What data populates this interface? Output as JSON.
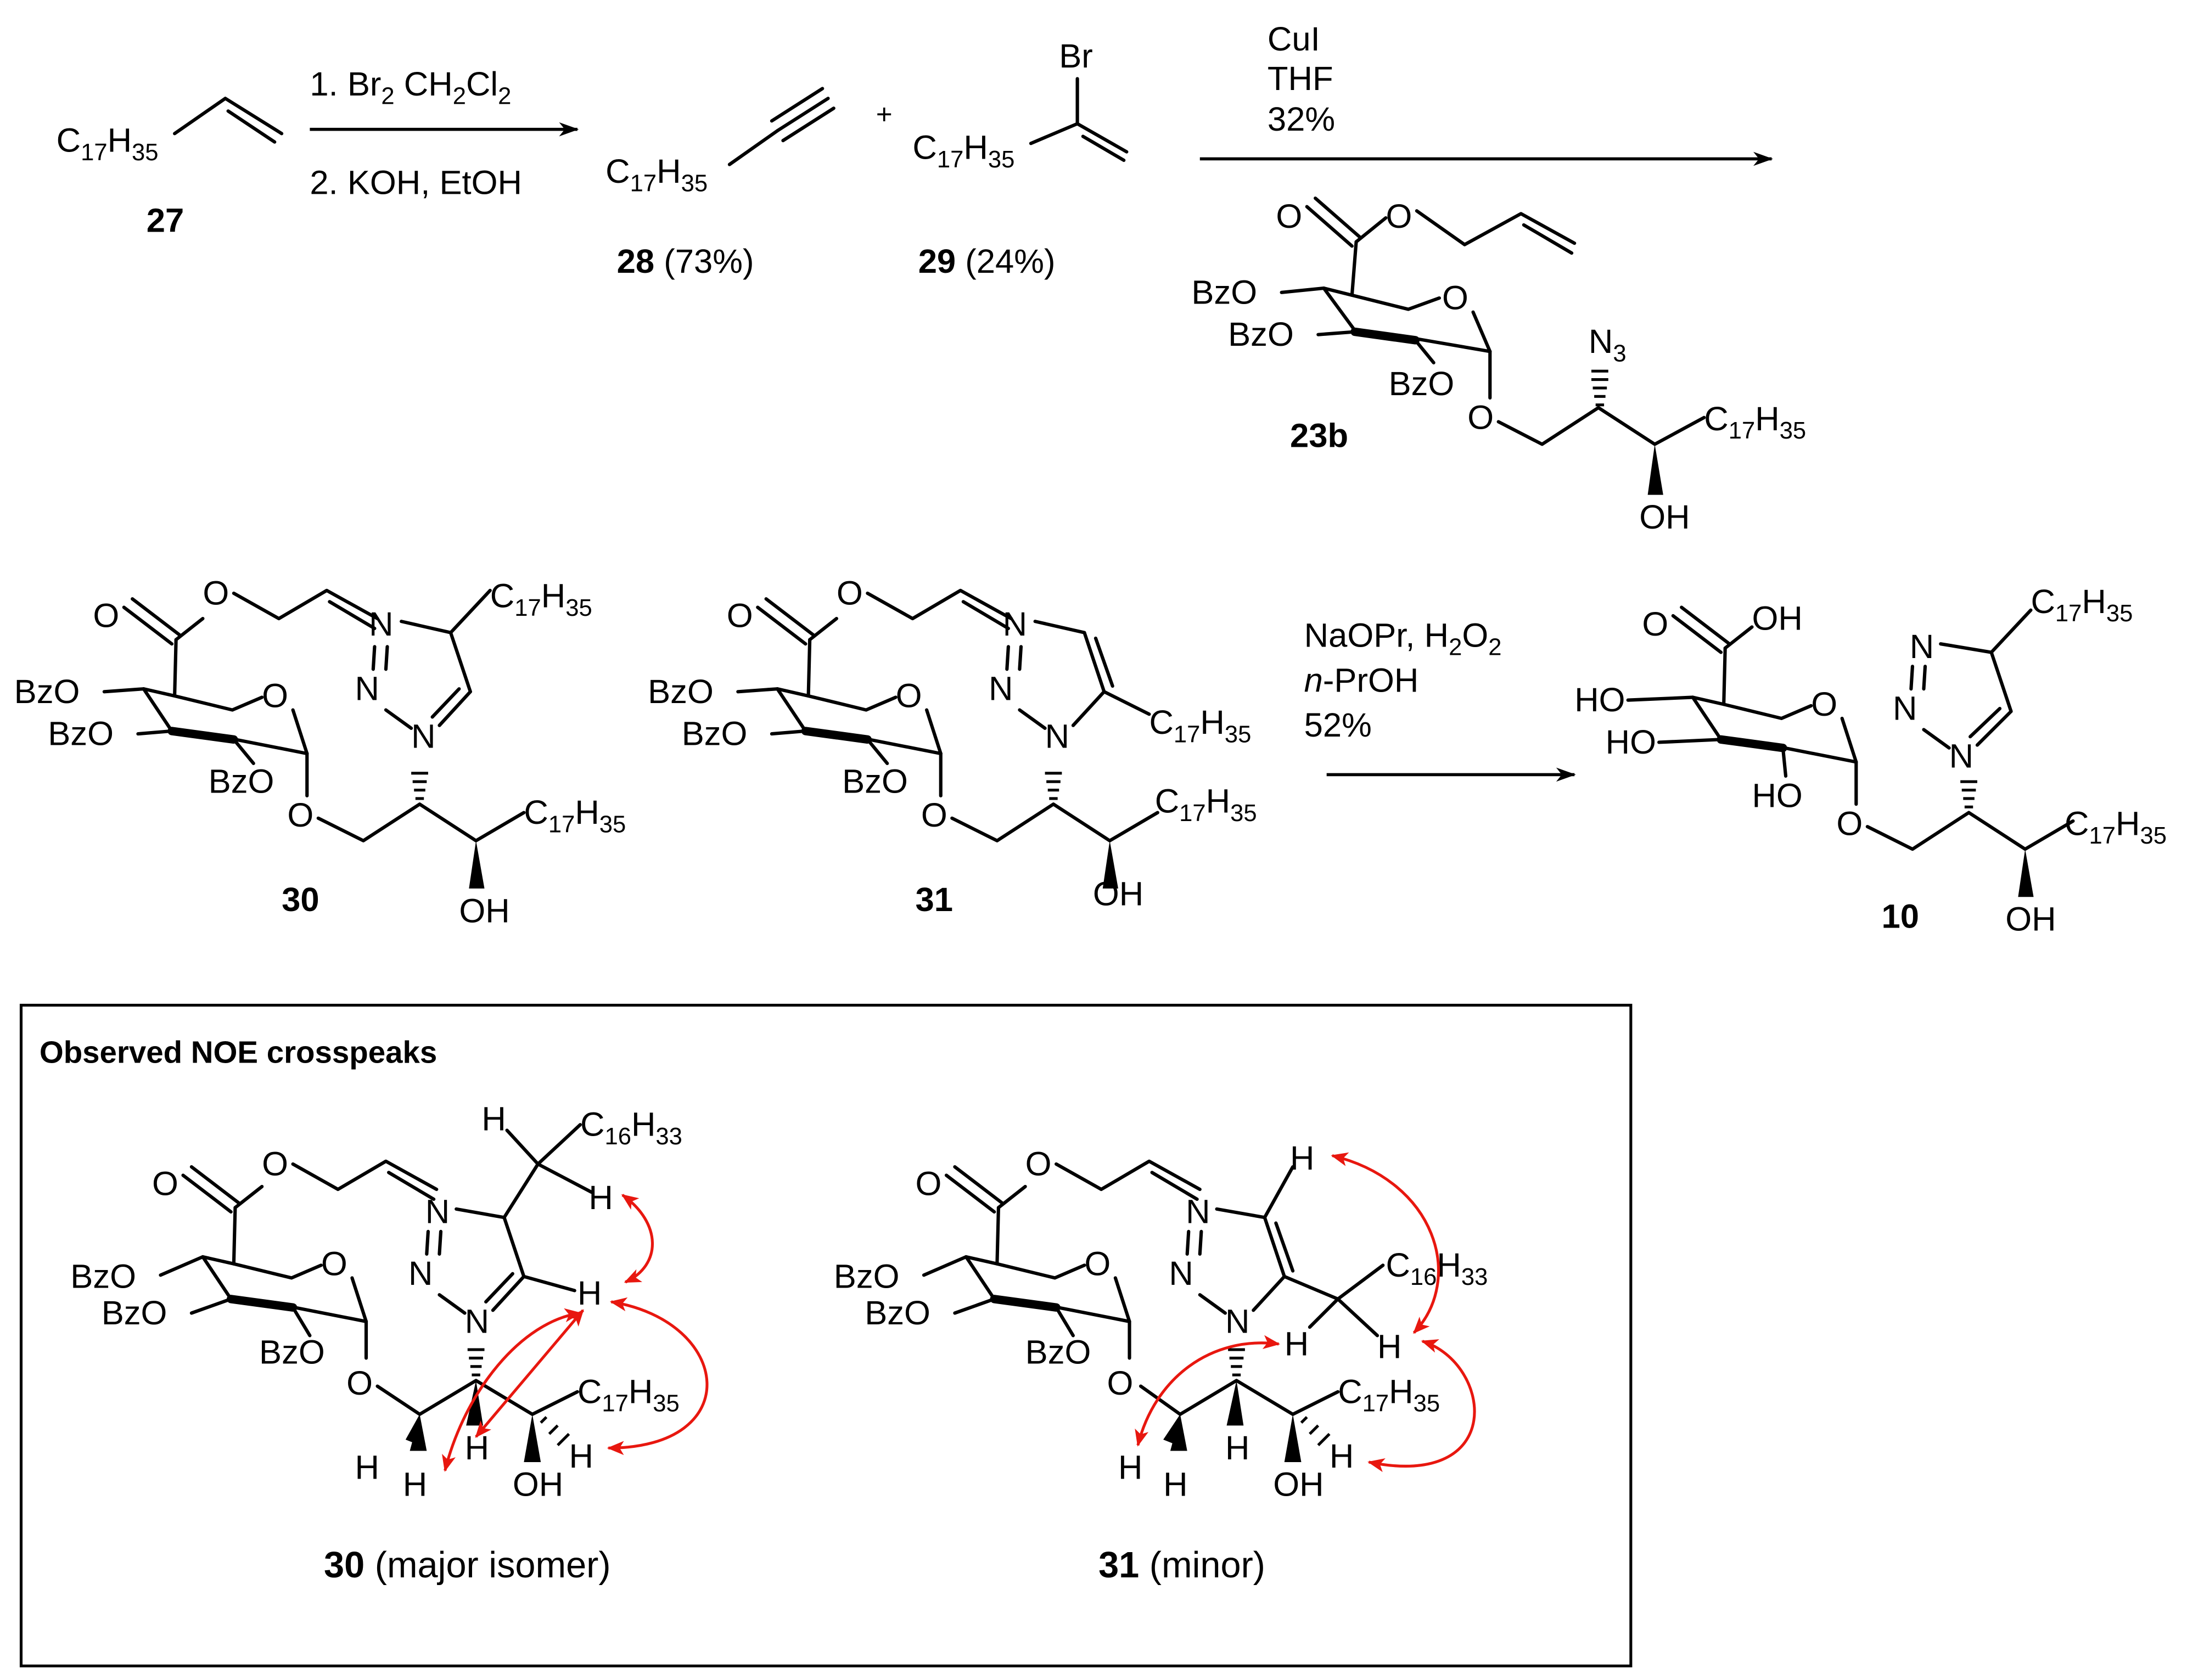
{
  "compounds": {
    "c27": {
      "formula": "C17H35",
      "number": "27"
    },
    "c28": {
      "formula": "C17H35",
      "number": "28",
      "yield": "(73%)"
    },
    "c29": {
      "formula": "C17H35",
      "substituent": "Br",
      "number": "29",
      "yield": "(24%)"
    },
    "c23b": {
      "number": "23b",
      "azide": "N3",
      "chain": "C17H35",
      "hydroxyl": "OH",
      "protecting_group": "BzO"
    },
    "c30": {
      "number": "30",
      "chain": "C17H35",
      "hydroxyl": "OH"
    },
    "c31": {
      "number": "31",
      "chain": "C17H35",
      "hydroxyl": "OH"
    },
    "c10": {
      "number": "10",
      "chain": "C17H35",
      "hydroxyl": "OH",
      "acid": "OH"
    }
  },
  "reactions": {
    "step1": {
      "line1": "1. Br2 CH2Cl2",
      "line2": "2. KOH, EtOH"
    },
    "plus": "+",
    "step2": {
      "reagent1": "CuI",
      "reagent2": "THF",
      "yield": "32%"
    },
    "step3": {
      "reagent1": "NaOPr, H2O2",
      "reagent2": "n-PrOH",
      "yield": "52%"
    }
  },
  "noe_box": {
    "title": "Observed NOE crosspeaks",
    "major": {
      "number": "30",
      "caption": "(major isomer)",
      "chain_short": "C16H33"
    },
    "minor": {
      "number": "31",
      "caption": "(minor)",
      "chain_short": "C16H33"
    }
  },
  "colors": {
    "noe_arrows": "#e8170f",
    "ink": "#000000",
    "background": "#ffffff"
  }
}
